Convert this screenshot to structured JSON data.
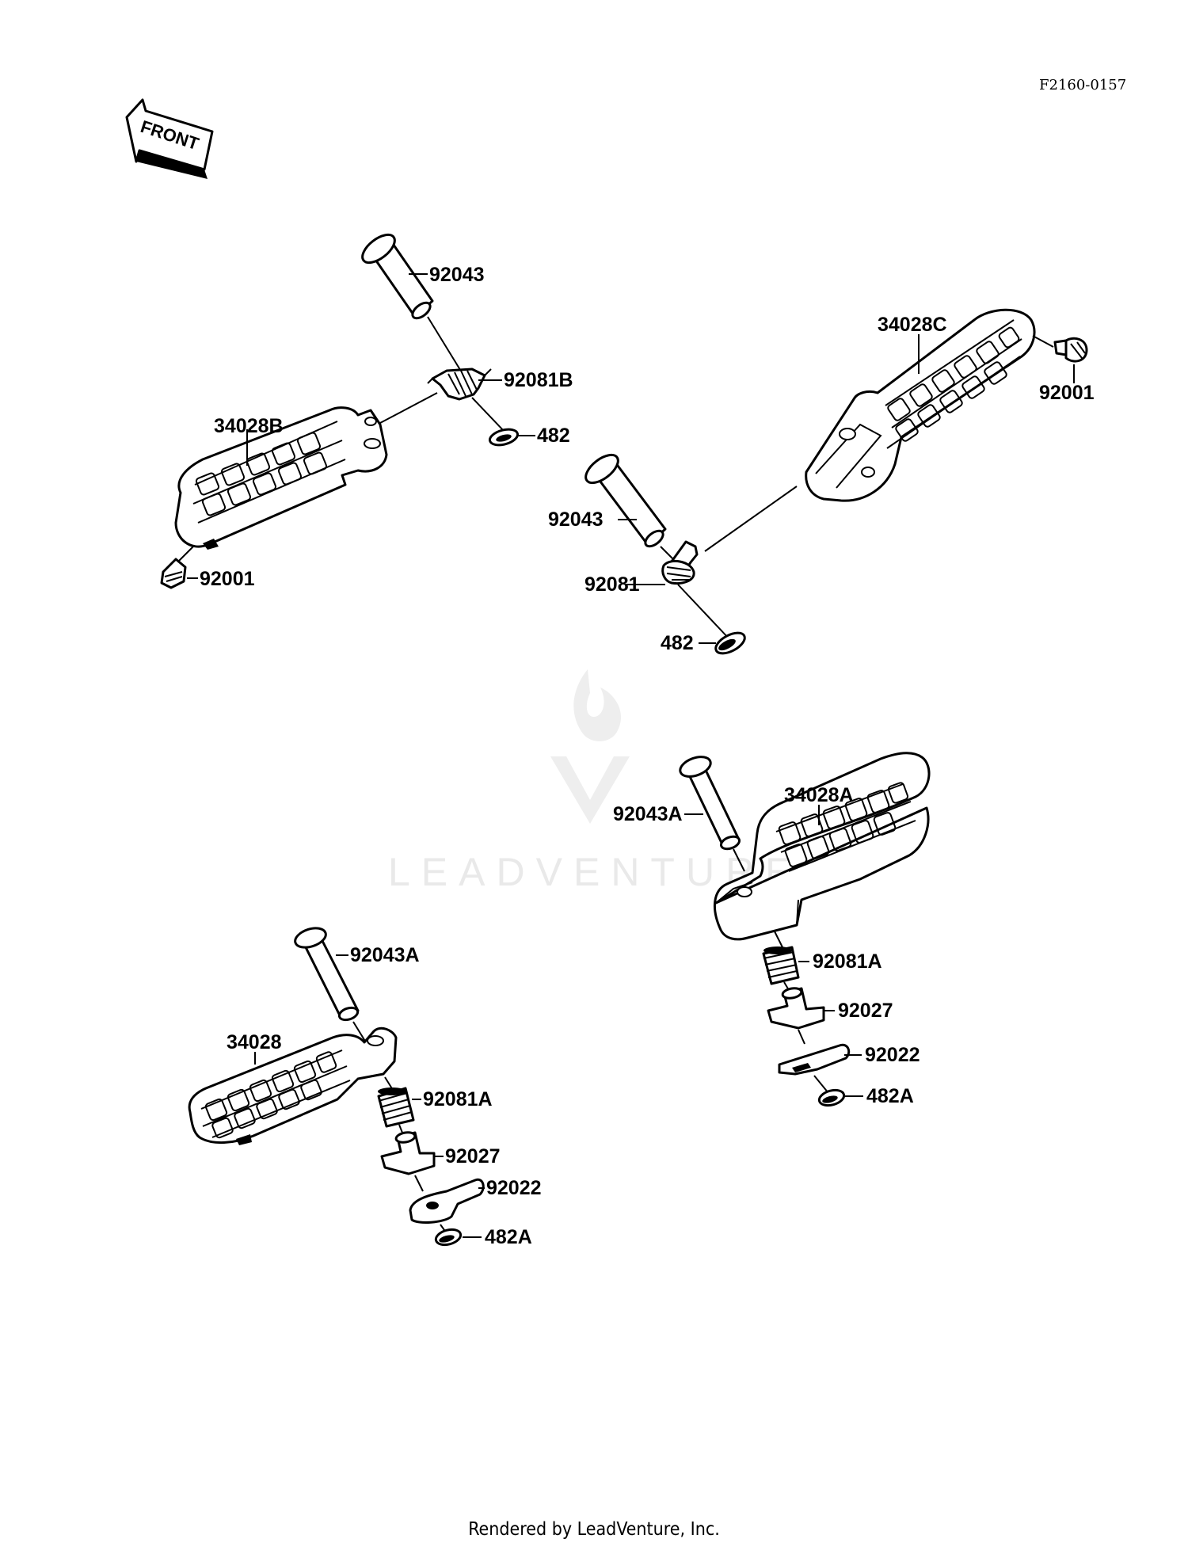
{
  "diagram": {
    "code": "F2160-0157",
    "front_label": "FRONT",
    "watermark": "LEADVENTURE",
    "footer": "Rendered by LeadVenture, Inc."
  },
  "callouts": {
    "upper_left": {
      "pin": "92043",
      "spring": "92081B",
      "clip": "482",
      "peg": "34028B",
      "rubber": "92001"
    },
    "upper_right": {
      "peg": "34028C",
      "rubber": "92001",
      "pin": "92043",
      "spring": "92081",
      "clip": "482"
    },
    "lower_right": {
      "pin": "92043A",
      "peg": "34028A",
      "spring": "92081A",
      "collar": "92027",
      "plate": "92022",
      "clip": "482A"
    },
    "lower_left": {
      "pin": "92043A",
      "peg": "34028",
      "spring": "92081A",
      "collar": "92027",
      "plate": "92022",
      "clip": "482A"
    }
  }
}
